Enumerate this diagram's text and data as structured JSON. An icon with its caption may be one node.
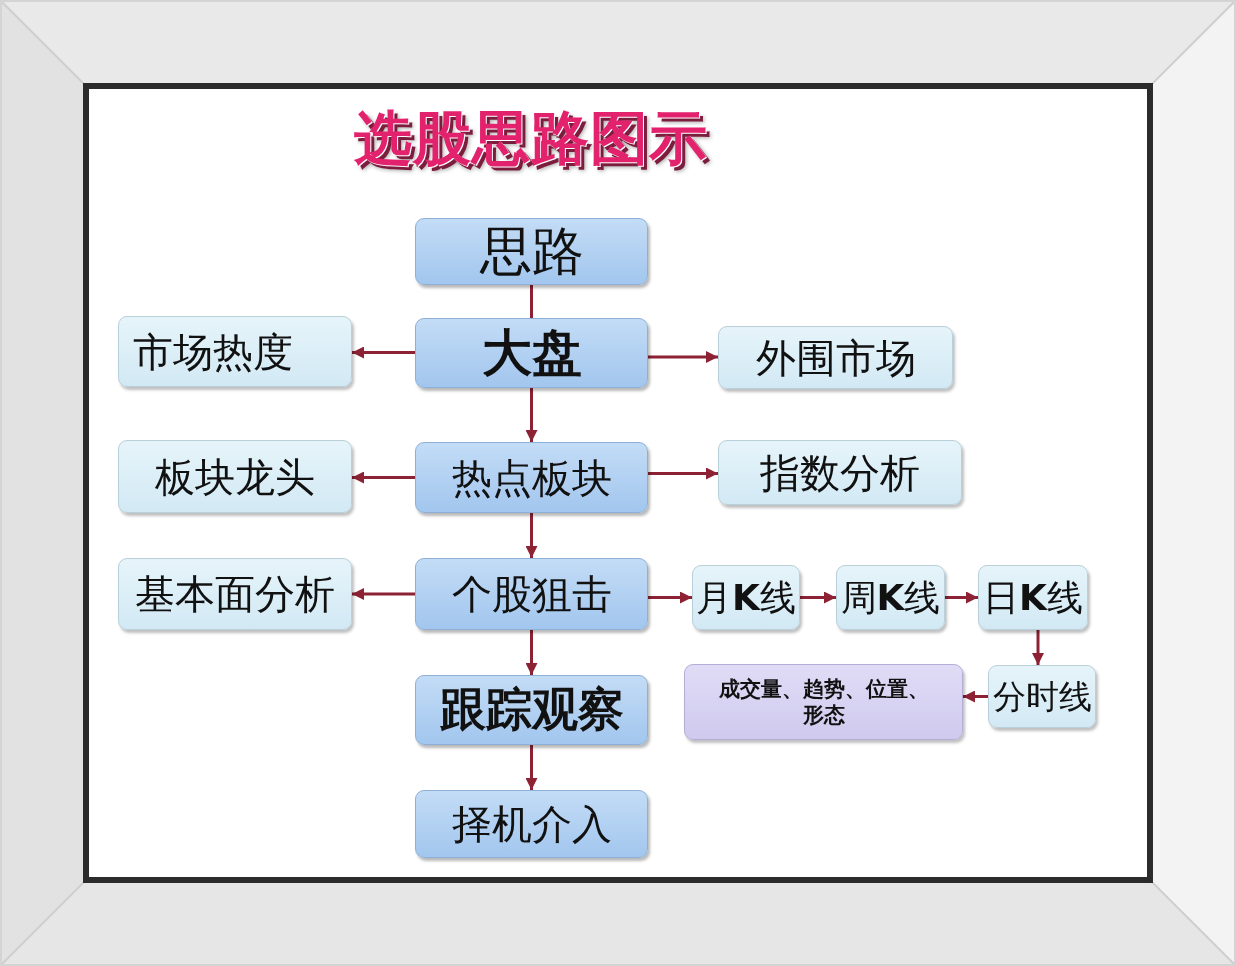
{
  "diagram": {
    "title": "选股思路图示",
    "nodes": [
      {
        "text": [
          "思路"
        ]
      },
      {
        "text": [
          "市场热度"
        ]
      },
      {
        "text": [
          "大盘"
        ]
      },
      {
        "text": [
          "外围市场"
        ]
      },
      {
        "text": [
          "板块龙头"
        ]
      },
      {
        "text": [
          "热点板块"
        ]
      },
      {
        "text": [
          "指数分析"
        ]
      },
      {
        "text": [
          "基本面分析"
        ]
      },
      {
        "text": [
          "个股狙击"
        ]
      },
      {
        "text": [
          "月**K**线"
        ]
      },
      {
        "text": [
          "周**K**线"
        ]
      },
      {
        "text": [
          "日**K**线"
        ]
      },
      {
        "text": [
          "成交量、趋势、位置、形态"
        ]
      },
      {
        "text": [
          "分时线"
        ]
      },
      {
        "text": [
          "跟踪观察"
        ]
      },
      {
        "text": [
          "择机介入"
        ]
      }
    ],
    "edges": [
      {
        "from": 0,
        "to": 2,
        "arrow": "none"
      },
      {
        "from": 2,
        "to": 1,
        "arrow": "to"
      },
      {
        "from": 2,
        "to": 3,
        "arrow": "to"
      },
      {
        "from": 2,
        "to": 5,
        "arrow": "to"
      },
      {
        "from": 5,
        "to": 4,
        "arrow": "to"
      },
      {
        "from": 5,
        "to": 6,
        "arrow": "to"
      },
      {
        "from": 5,
        "to": 8,
        "arrow": "to"
      },
      {
        "from": 8,
        "to": 7,
        "arrow": "to"
      },
      {
        "from": 8,
        "to": 9,
        "arrow": "to"
      },
      {
        "from": 9,
        "to": 10,
        "arrow": "to"
      },
      {
        "from": 10,
        "to": 11,
        "arrow": "to"
      },
      {
        "from": 11,
        "to": 13,
        "arrow": "to"
      },
      {
        "from": 13,
        "to": 12,
        "arrow": "to"
      },
      {
        "from": 8,
        "to": 14,
        "arrow": "to"
      },
      {
        "from": 14,
        "to": 15,
        "arrow": "to"
      }
    ]
  }
}
